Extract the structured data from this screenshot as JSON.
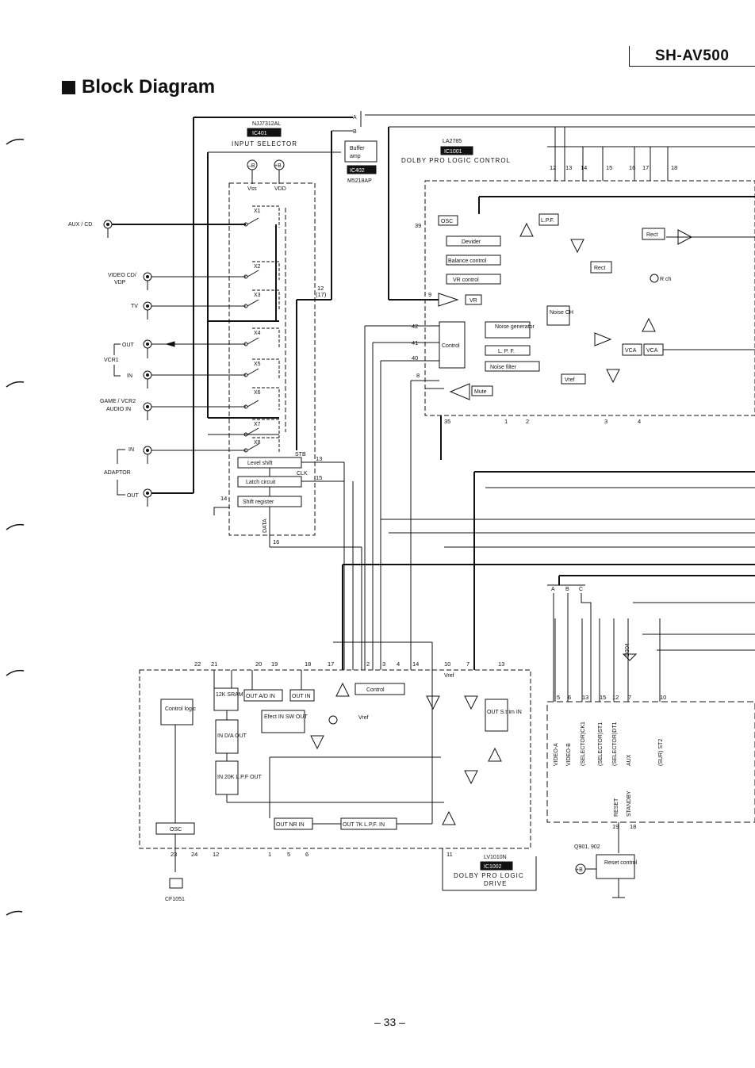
{
  "header": {
    "model": "SH-AV500"
  },
  "title": "Block Diagram",
  "page_number": "– 33 –",
  "inputs": [
    {
      "label": "AUX / CD"
    },
    {
      "label": "VIDEO CD/"
    },
    {
      "label": "VDP"
    },
    {
      "label": "TV"
    },
    {
      "label": "OUT"
    },
    {
      "label": "VCR1"
    },
    {
      "label": "IN"
    },
    {
      "label": "GAME / VCR2"
    },
    {
      "label": "AUDIO IN"
    },
    {
      "label": "IN"
    },
    {
      "label": "ADAPTOR"
    },
    {
      "label": "OUT"
    }
  ],
  "ic401": {
    "part": "NJJ7312AL",
    "ref": "IC401",
    "name": "INPUT SELECTOR",
    "vss": "Vss",
    "vdd": "VDD",
    "neg": "–B",
    "pos": "+B",
    "switches": [
      "X1",
      "X2",
      "X3",
      "X4",
      "X5",
      "X6",
      "X7",
      "X8"
    ],
    "blocks": [
      "Level shift",
      "Latch circuit",
      "Shift register"
    ],
    "signals": [
      "STB",
      "CLK",
      "DATA"
    ]
  },
  "ic402": {
    "ref": "IC402",
    "part": "M5218AP",
    "block1": "Buffer",
    "block2": "amp"
  },
  "ic1001": {
    "part": "LA2785",
    "ref": "IC1001",
    "name": "DOLBY PRO LOGIC CONTROL",
    "blocks": [
      "OSC",
      "Devider",
      "Balance control",
      "VR control",
      "VR",
      "Control",
      "Noise generator",
      "L. P. F.",
      "Noise filter",
      "Mute",
      "L.P.F.",
      "Rect",
      "Rect",
      "Noise CH",
      "Vref",
      "VCA",
      "VCA"
    ],
    "rch": "R ch"
  },
  "ic1002": {
    "part": "LV1010N",
    "ref": "IC1002",
    "name1": "DOLBY PRO LOGIC",
    "name2": "DRIVE",
    "blocks": [
      "Control logic",
      "12K SRAM",
      "OUT A/D IN",
      "OUT IN",
      "Efect IN SW OUT",
      "IN D/A OUT",
      "IN 20K L.P.F OUT",
      "OSC",
      "OUT NR IN",
      "OUT 7K L.P.F. IN",
      "Control",
      "OUT S.trim IN"
    ],
    "vref": "Vref",
    "xtal": "CF1051"
  },
  "microcontroller": {
    "pins": [
      "VIDEO-A",
      "VIDEO-B",
      "(SELECTOR)CK1",
      "(SELECTOR)ST1",
      "(SELECTOR)DT1",
      "AUX",
      "(SUR) ST2"
    ],
    "reset": "RESET",
    "standby": "STANDBY",
    "transistor": "Q901, 902",
    "reset_block": "Reset control",
    "plus_b": "+B",
    "diode": "D304",
    "abc": [
      "A",
      "B",
      "C"
    ]
  }
}
